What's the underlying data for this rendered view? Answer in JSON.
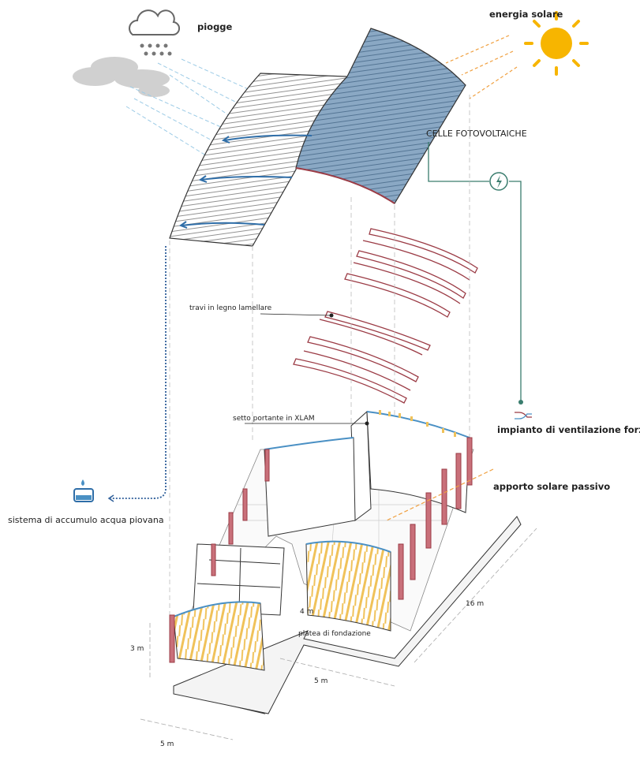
{
  "labels": {
    "rain": "piogge",
    "solar_energy": "energia solare",
    "pv_cells": "CELLE FOTOVOLTAICHE",
    "beams": "travi in legno lamellare",
    "xlam_wall": "setto portante in XLAM",
    "ventilation": "impianto di ventilazione forzata",
    "passive_solar": "apporto solare passivo",
    "rainwater": "sistema di accumulo acqua piovana",
    "foundation": "platea di fondazione"
  },
  "dimensions": {
    "length": "16 m",
    "inner_width": "4 m",
    "height": "3 m",
    "width_right": "5 m",
    "width_left": "5 m"
  },
  "colors": {
    "pv_blue": "#7f9fbd",
    "timber_red": "#9b3b45",
    "sun_yellow": "#f7b500",
    "rain_blue": "#4a90c4",
    "vent_green": "#3a7d6e",
    "xlam_yellow": "#f0c25a"
  },
  "icons": [
    "cloud-rain-icon",
    "sun-icon",
    "lightning-icon",
    "ventilation-icon",
    "water-tank-icon"
  ]
}
